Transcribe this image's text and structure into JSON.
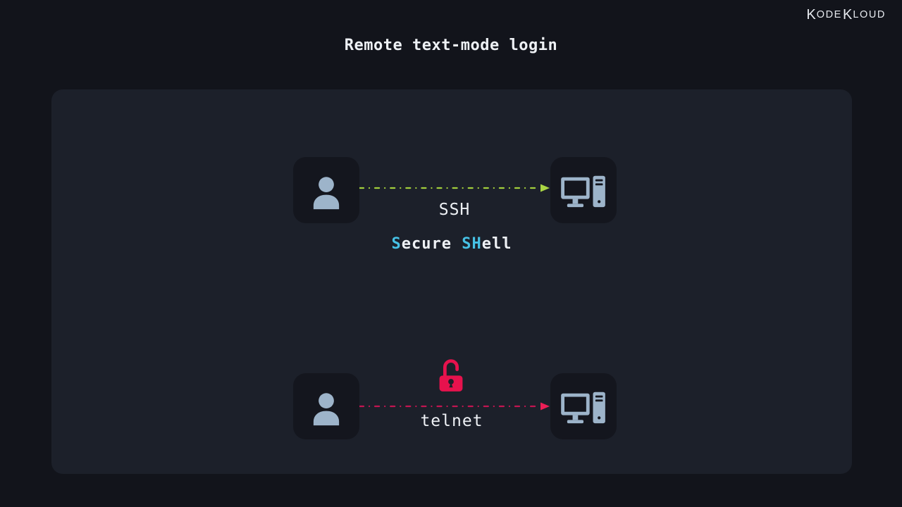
{
  "colors": {
    "background": "#12141b",
    "panel": "#1c202a",
    "tile": "#14161e",
    "icon_blue": "#9db4ca",
    "ssh_green": "#a2ce3c",
    "ssh_green_arrow": "#aad644",
    "telnet_red_line": "#c21551",
    "telnet_red_arrow": "#ec1e56",
    "lock_red": "#e6124d",
    "highlight_blue": "#46c1e5",
    "text_white": "#eef1f5"
  },
  "header": {
    "title": "Remote text-mode login"
  },
  "logo": {
    "k1": "K",
    "mid": "ODE",
    "k2": "K",
    "tail": "LOUD"
  },
  "icons": {
    "left_top": "user-icon",
    "right_top": "computer-icon",
    "left_bottom": "user-icon",
    "right_bottom": "computer-icon",
    "between_bottom": "lock-open-icon"
  },
  "diagrams": {
    "ssh": {
      "protocol": "SSH",
      "expansion": {
        "seg1": "S",
        "seg2": "ecure",
        "seg3": "SH",
        "seg4": "ell"
      },
      "arrow_color": "#a2ce3c",
      "arrowhead_color": "#aad644"
    },
    "telnet": {
      "protocol": "telnet",
      "arrow_color": "#c21551",
      "arrowhead_color": "#ec1e56",
      "lock_color": "#e6124d"
    }
  }
}
